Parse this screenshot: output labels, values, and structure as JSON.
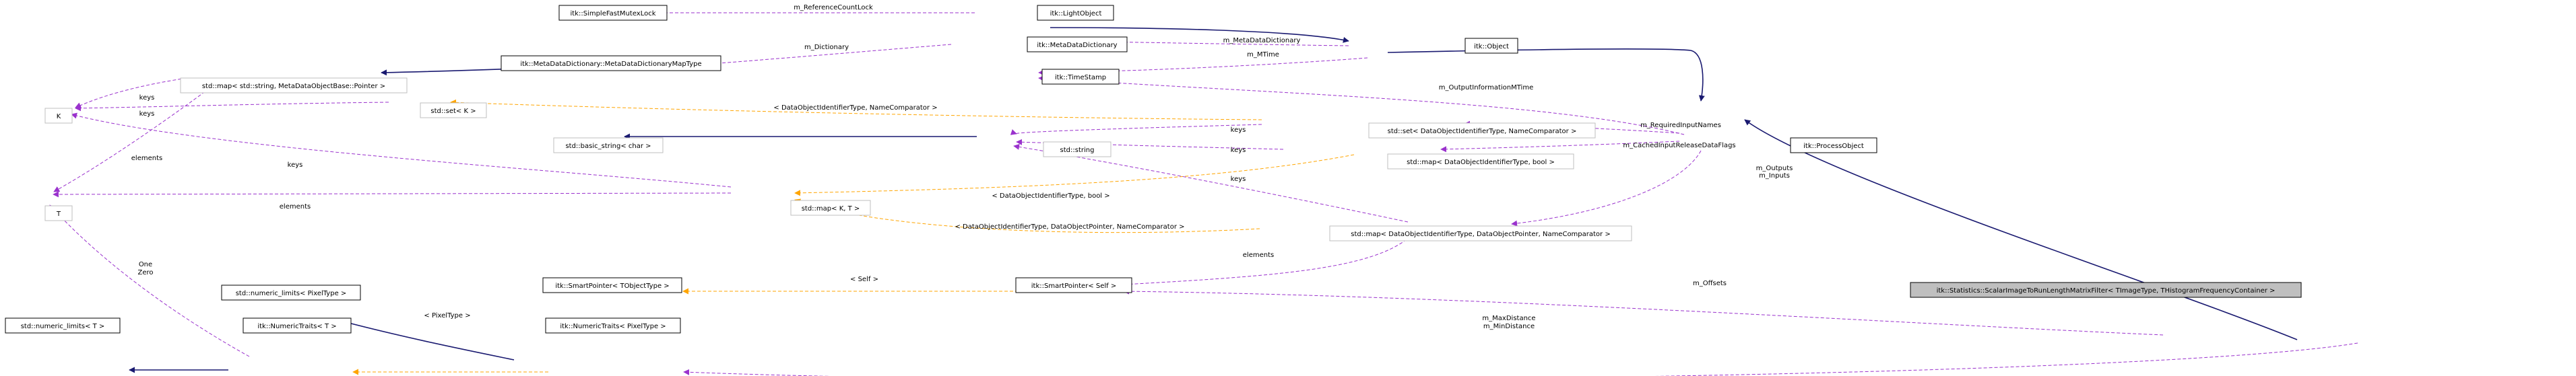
{
  "nodes": {
    "simple_fast_mutex_lock": "itk::SimpleFastMutexLock",
    "light_object": "itk::LightObject",
    "meta_data_dictionary": "itk::MetaDataDictionary",
    "object": "itk::Object",
    "mdd_map_type": "itk::MetaDataDictionary::MetaDataDictionaryMapType",
    "std_map_string_pointer": "std::map< std::string, MetaDataObjectBase::Pointer >",
    "time_stamp": "itk::TimeStamp",
    "k": "K",
    "std_set_k": "std::set< K >",
    "std_set_identifier": "std::set< DataObjectIdentifierType, NameComparator >",
    "basic_string": "std::basic_string< char >",
    "std_string": "std::string",
    "std_map_identifier_bool": "std::map< DataObjectIdentifierType, bool >",
    "process_object": "itk::ProcessObject",
    "t": "T",
    "std_map_k_t": "std::map< K, T >",
    "std_map_identifier_pointer": "std::map< DataObjectIdentifierType, DataObjectPointer, NameComparator >",
    "smart_pointer_t": "itk::SmartPointer< TObjectType >",
    "smart_pointer_self": "itk::SmartPointer< Self >",
    "scalar_image_filter": "itk::Statistics::ScalarImageToRunLengthMatrixFilter< TImageType, THistogramFrequencyContainer >",
    "numeric_limits_pixel": "std::numeric_limits< PixelType >",
    "numeric_limits_t": "std::numeric_limits< T >",
    "numeric_traits_t": "itk::NumericTraits< T >",
    "numeric_traits_pixel": "itk::NumericTraits< PixelType >"
  },
  "edge_labels": {
    "m_reference_count_lock": "m_ReferenceCountLock",
    "m_meta_data_dictionary": "m_MetaDataDictionary",
    "m_dictionary": "m_Dictionary",
    "m_mtime": "m_MTime",
    "keys_map_string": "keys",
    "keys_set_k": "keys",
    "elements_map_string": "elements",
    "set_k_template": "< DataObjectIdentifierType, NameComparator >",
    "m_output_information_mtime": "m_OutputInformationMTime",
    "m_required_input_names": "m_RequiredInputNames",
    "keys_set_identifier": "keys",
    "keys_map_identifier_bool": "keys",
    "m_cached_input_release_data_flags": "m_CachedInputReleaseDataFlags",
    "keys_map_k_t": "keys",
    "map_k_t_bool_template": "< DataObjectIdentifierType, bool >",
    "keys_map_identifier_pointer": "keys",
    "m_outputs": "m_Outputs",
    "m_inputs": "m_Inputs",
    "elements_map_k_t": "elements",
    "map_k_t_pointer_template": "< DataObjectIdentifierType, DataObjectPointer, NameComparator >",
    "elements_map_identifier_pointer": "elements",
    "one": "One",
    "zero": "Zero",
    "self_template": "< Self >",
    "m_offsets": "m_Offsets",
    "pixel_type_template": "< PixelType >",
    "m_max_distance": "m_MaxDistance",
    "m_min_distance": "m_MinDistance"
  },
  "colors": {
    "inheritance": "#191970",
    "usage": "#9a32cd",
    "template": "#ffa500",
    "focus_fill": "#bfbfbf",
    "grey_border": "#bfbfbf"
  }
}
